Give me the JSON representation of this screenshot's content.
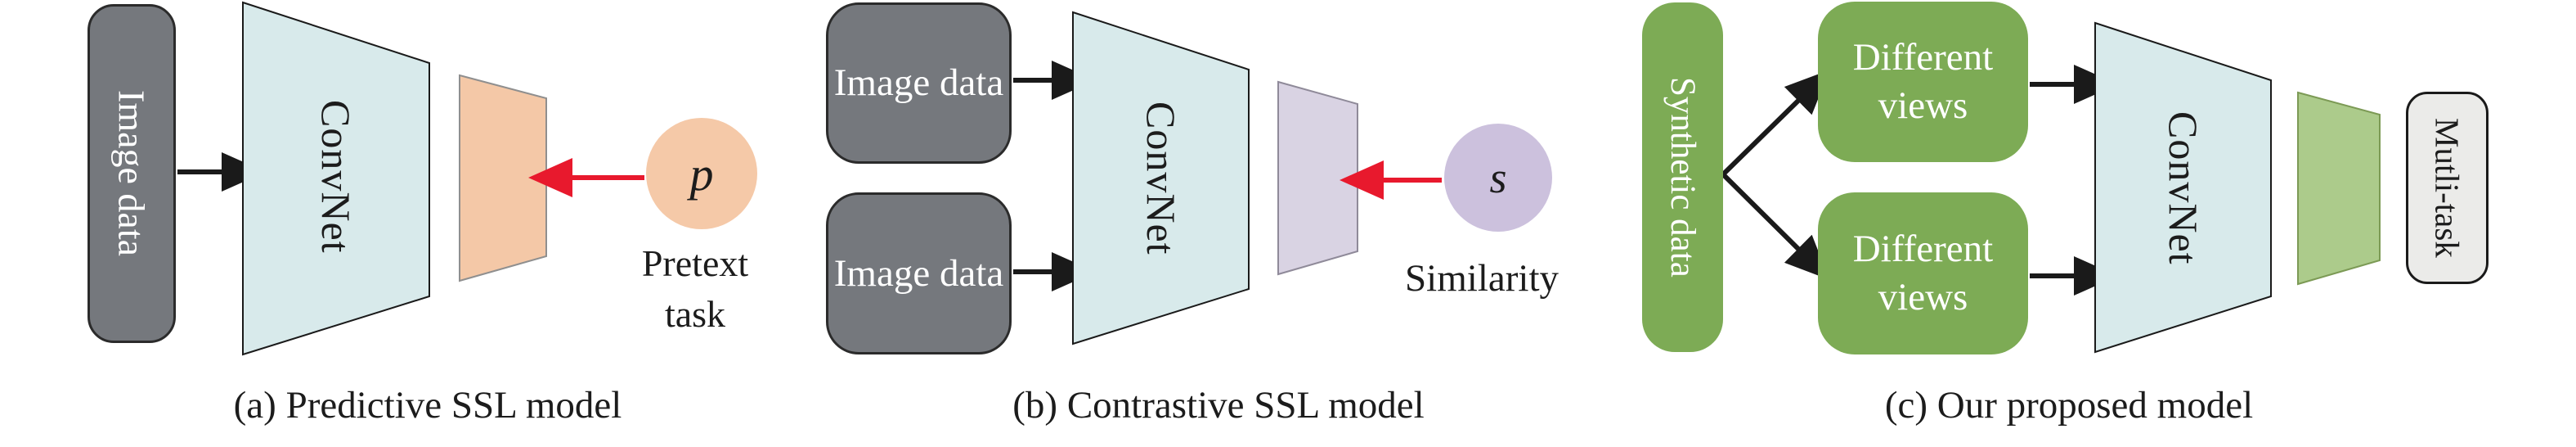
{
  "figure": {
    "type": "architecture-diagram",
    "description_visible_text_only": true
  },
  "panel_a": {
    "caption": "(a) Predictive SSL model",
    "image_data_label": "Image data",
    "convnet_label": "ConvNet",
    "p_symbol": "p",
    "pretext_label": "Pretext task"
  },
  "panel_b": {
    "caption": "(b) Contrastive SSL model",
    "image_data_labels": [
      "Image data",
      "Image data"
    ],
    "convnet_label": "ConvNet",
    "s_symbol": "s",
    "similarity_label": "Similarity"
  },
  "panel_c": {
    "caption": "(c) Our proposed model",
    "synthetic_label": "Synthetic data",
    "views_labels": [
      "Different views",
      "Different views"
    ],
    "convnet_label": "ConvNet",
    "multitask_label": "Mutli-task"
  },
  "colors": {
    "box_gray": "#75787d",
    "convnet_blue": "#d8eaeb",
    "peach": "#f4c8a7",
    "peach_circle": "#f5c9a8",
    "lavender": "#d9d3e3",
    "lavender_circle": "#ccc1dd",
    "green": "#7dab55",
    "green_trapezoid": "#accb8b",
    "multitask_gray": "#ebebe9",
    "arrow_red": "#e8192d",
    "arrow_black": "#1a1a1a",
    "text_white": "#ffffff",
    "text_black": "#1c1c1c"
  }
}
